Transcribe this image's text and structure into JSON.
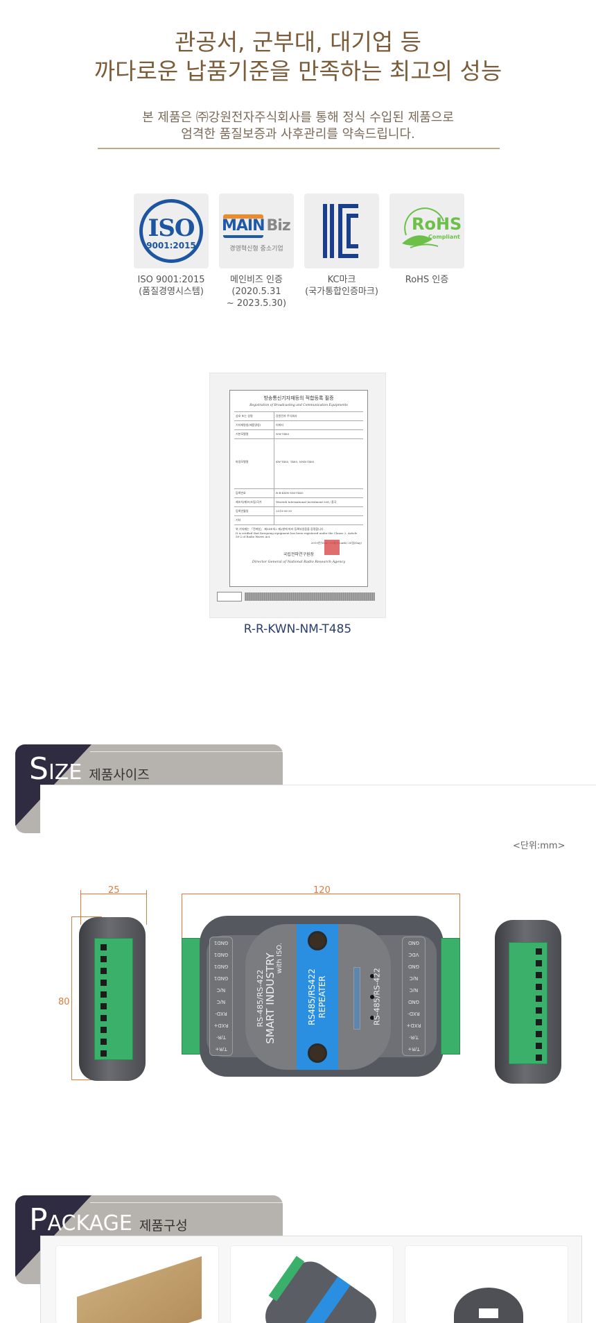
{
  "header": {
    "headline_lines": [
      "관공서, 군부대, 대기업 등",
      "까다로운 납품기준을 만족하는 최고의 성능"
    ],
    "sub_lines": [
      "본 제품은 ㈜강원전자주식회사를 통해 정식 수입된 제품으로",
      "엄격한 품질보증과 사후관리를 약속드립니다."
    ]
  },
  "certifications": [
    {
      "icon": "iso-logo-icon",
      "logo_text": "ISO",
      "logo_sub": "9001:2015",
      "caption_lines": [
        "ISO 9001:2015",
        "(품질경영시스템)"
      ]
    },
    {
      "icon": "mainbiz-logo-icon",
      "logo_text_a": "MAIN",
      "logo_text_b": "Biz",
      "logo_sub": "경영혁신형 중소기업",
      "caption_lines": [
        "메인비즈 인증",
        "(2020.5.31",
        "~ 2023.5.30)"
      ]
    },
    {
      "icon": "kc-mark-icon",
      "caption_lines": [
        "KC마크",
        "(국가통합인증마크)"
      ]
    },
    {
      "icon": "rohs-logo-icon",
      "logo_text": "RoHS",
      "logo_sub": "Compliant",
      "caption_lines": [
        "RoHS 인증"
      ]
    }
  ],
  "registration": {
    "doc_title": "방송통신기자재등의 적합등록 필증",
    "doc_subtitle": "Registration of Broadcasting and Communication Equipments",
    "rows": [
      {
        "key": "상호 또는 성명",
        "value": "강원전자 주식회사"
      },
      {
        "key": "기자재명칭(제품명칭)",
        "value": "리피터"
      },
      {
        "key": "기본모델명",
        "value": "NM-T485"
      },
      {
        "key": "파생모델명",
        "value": "KW-T485, T485, NMX-T485"
      },
      {
        "key": "등록번호",
        "value": "R-R-KWN-NM-T485"
      },
      {
        "key": "제조자/제조(조립)국가",
        "value": "Wisetek International Investment Ltd / 중국"
      },
      {
        "key": "등록연월일",
        "value": "2019-08-30"
      },
      {
        "key": "기타",
        "value": ""
      }
    ],
    "statement": "위 기자재는 「전파법」 제58조의2 제2항에 따라 등록되었음을 증명합니다.",
    "statement_en": "It is verified that foregoing equipment has been registered under the Clause 2, Article 58-2 of Radio Waves Act.",
    "date": "2019년(Year) 08월(Month) 30일(Day)",
    "issuer": "국립전파연구원장",
    "issuer_en": "Director General of National Radio Research Agency",
    "number": "R-R-KWN-NM-T485"
  },
  "size_section": {
    "title_big": "S",
    "title_rest": "IZE",
    "title_ko": "제품사이즈",
    "unit_label": "<단위:mm>",
    "dimensions": {
      "depth": "25",
      "height": "80",
      "width": "120"
    },
    "device": {
      "brand_line1": "RS-485/RS-422",
      "brand_line2": "SMART INDUSTRY",
      "brand_line3": "with ISO.",
      "center_label_1": "RS485/RS422",
      "center_label_2": "REPEATER",
      "right_side_label": "RS-485/RS-422",
      "left_terminals": [
        "GND1",
        "GND1",
        "GND1",
        "GND1",
        "N/C",
        "N/C",
        "RXD-",
        "RXD+",
        "T/R-",
        "T/R+"
      ],
      "right_terminals": [
        "GND",
        "VDC",
        "GND",
        "N/C",
        "N/C",
        "GND",
        "RXD-",
        "RXD+",
        "T/R-",
        "T/R+"
      ]
    }
  },
  "package_section": {
    "title_big": "P",
    "title_rest": "ACKAGE",
    "title_ko": "제품구성",
    "items": [
      {
        "icon": "box-icon"
      },
      {
        "icon": "device-icon"
      },
      {
        "icon": "din-rail-clip-icon"
      }
    ]
  }
}
